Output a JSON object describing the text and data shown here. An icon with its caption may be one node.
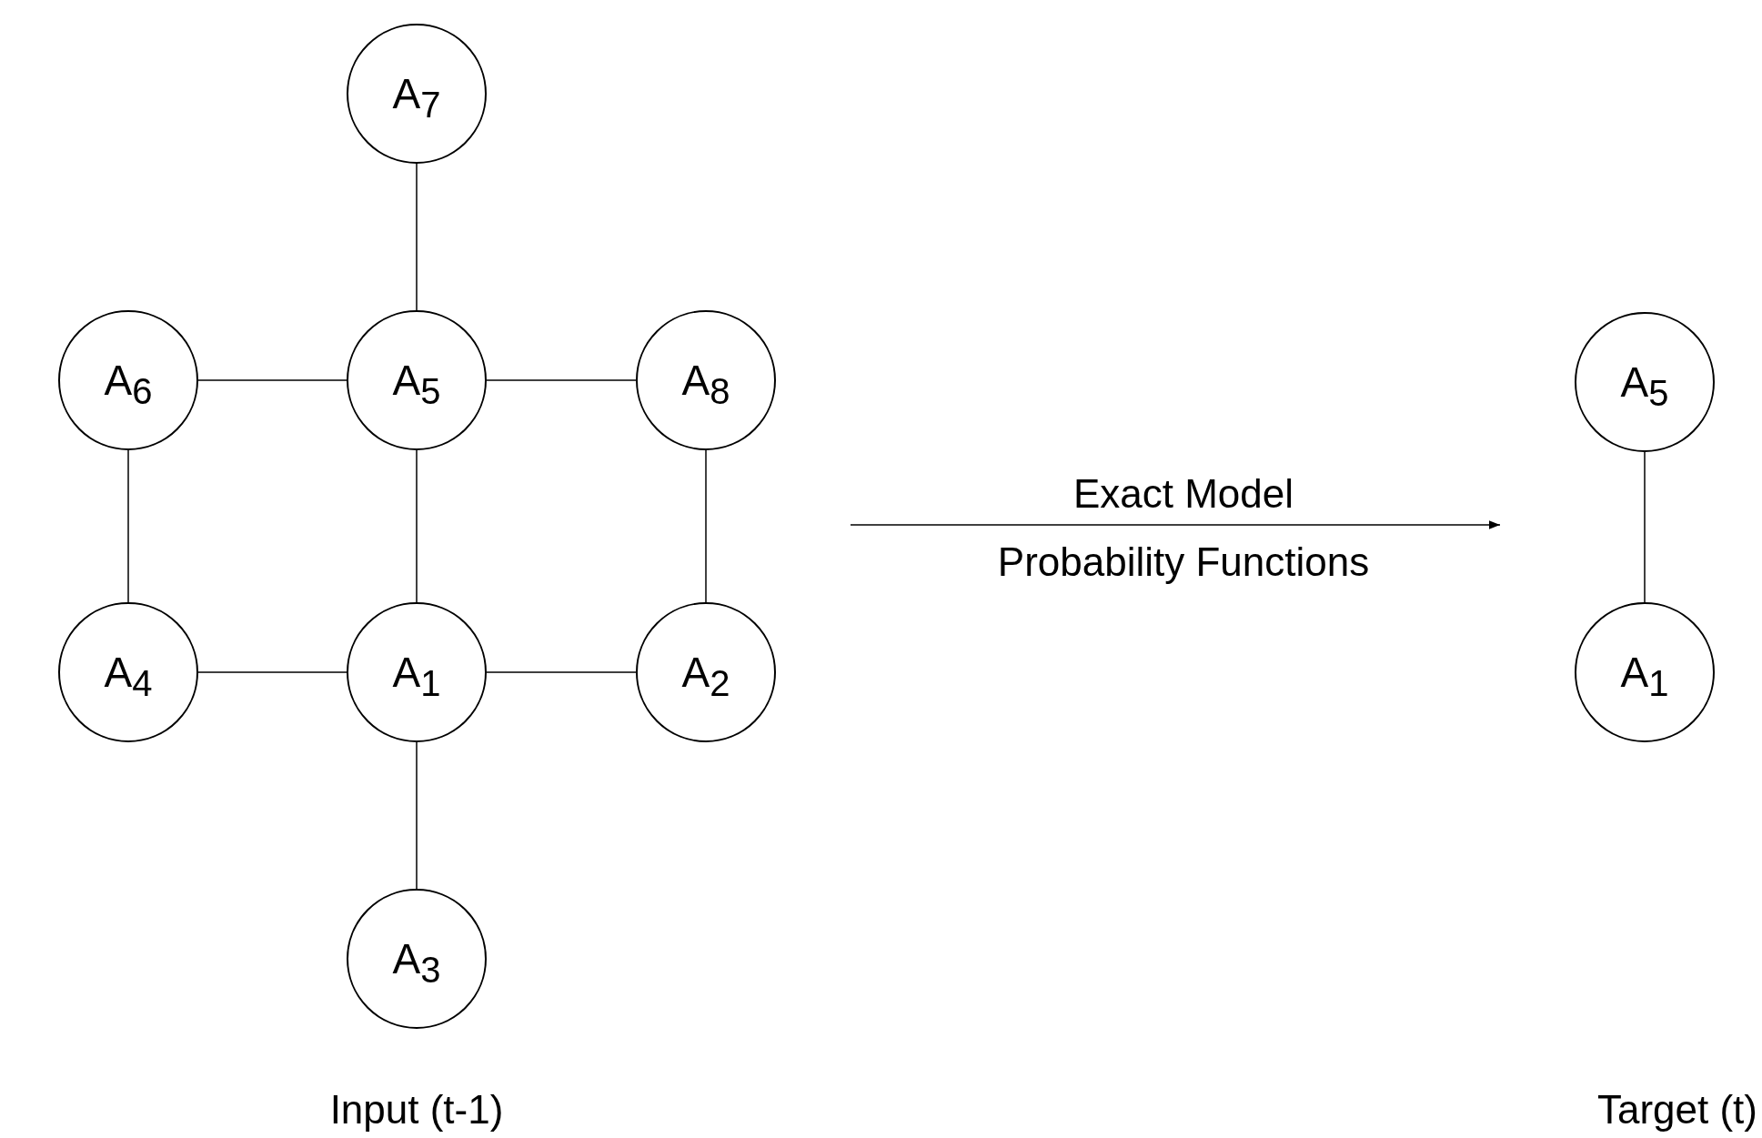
{
  "diagram": {
    "nodes": [
      {
        "text": [
          "A$_{7}$"
        ]
      },
      {
        "text": [
          "A$_{6}$"
        ]
      },
      {
        "text": [
          "A$_{5}$"
        ]
      },
      {
        "text": [
          "A$_{8}$"
        ]
      },
      {
        "text": [
          "A$_{4}$"
        ]
      },
      {
        "text": [
          "A$_{1}$"
        ]
      },
      {
        "text": [
          "A$_{2}$"
        ]
      },
      {
        "text": [
          "A$_{3}$"
        ]
      },
      {
        "text": [
          "A$_{5}$"
        ]
      },
      {
        "text": [
          "A$_{1}$"
        ]
      }
    ],
    "edges": [
      {
        "from": 0,
        "to": 2,
        "arrow": "none"
      },
      {
        "from": 1,
        "to": 2,
        "arrow": "none"
      },
      {
        "from": 2,
        "to": 3,
        "arrow": "none"
      },
      {
        "from": 1,
        "to": 4,
        "arrow": "none"
      },
      {
        "from": 2,
        "to": 5,
        "arrow": "none"
      },
      {
        "from": 3,
        "to": 6,
        "arrow": "none"
      },
      {
        "from": 4,
        "to": 5,
        "arrow": "none"
      },
      {
        "from": 5,
        "to": 6,
        "arrow": "none"
      },
      {
        "from": 5,
        "to": 7,
        "arrow": "none"
      },
      {
        "from": 8,
        "to": 9,
        "arrow": "none"
      }
    ],
    "labels": [
      "Exact Model",
      "Probability Functions",
      "Input (t-1)",
      "Target (t)"
    ]
  }
}
